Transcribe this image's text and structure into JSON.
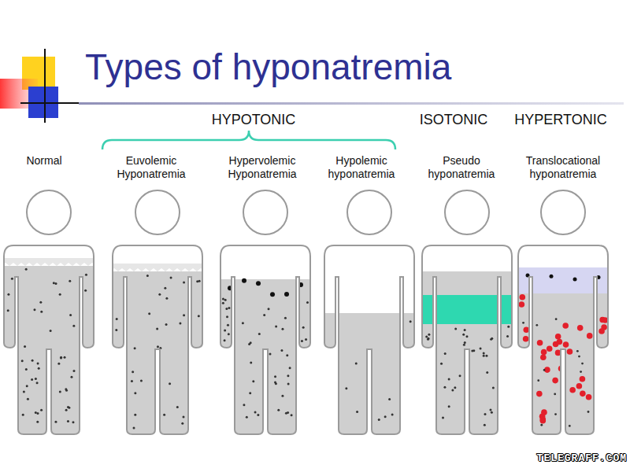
{
  "diagram": {
    "title": "Types of hyponatremia",
    "labels": [
      "HYPOTONIC",
      "ISOTONIC",
      "HYPERTONIC",
      "Normal",
      "Euvolemic Hyponatremia",
      "Hypervolemic Hyponatremia",
      "Hypolemic hyponatremia",
      "Pseudo hyponatremia",
      "Translocational hyponatremia",
      "TELEGRAFF.COM"
    ]
  }
}
